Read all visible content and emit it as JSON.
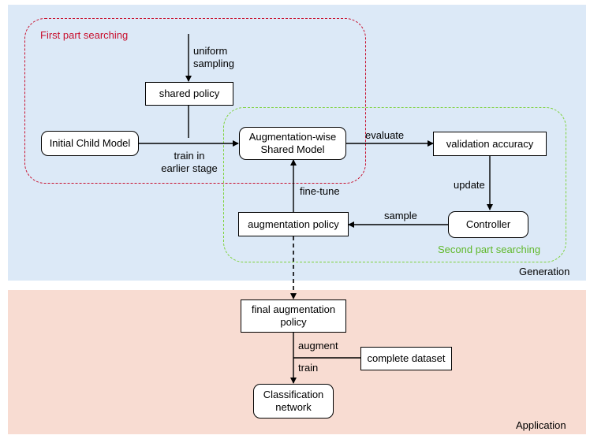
{
  "regions": {
    "generation": "Generation",
    "application": "Application",
    "first_part": "First part searching",
    "second_part": "Second part searching"
  },
  "nodes": {
    "shared_policy": "shared policy",
    "initial_child_model": "Initial Child Model",
    "augmentation_wise_shared_model": "Augmentation-wise\nShared Model",
    "validation_accuracy": "validation accuracy",
    "augmentation_policy": "augmentation policy",
    "controller": "Controller",
    "final_augmentation_policy": "final augmentation\npolicy",
    "complete_dataset": "complete dataset",
    "classification_network": "Classification\nnetwork"
  },
  "edges": {
    "uniform_sampling": "uniform\nsampling",
    "train_earlier": "train in\nearlier stage",
    "evaluate": "evaluate",
    "update": "update",
    "sample": "sample",
    "fine_tune": "fine-tune",
    "augment": "augment",
    "train": "train"
  },
  "colors": {
    "generation_bg": "#dce9f7",
    "application_bg": "#f8dcd2",
    "first_part": "#c8102e",
    "second_part": "#7ed23c"
  }
}
